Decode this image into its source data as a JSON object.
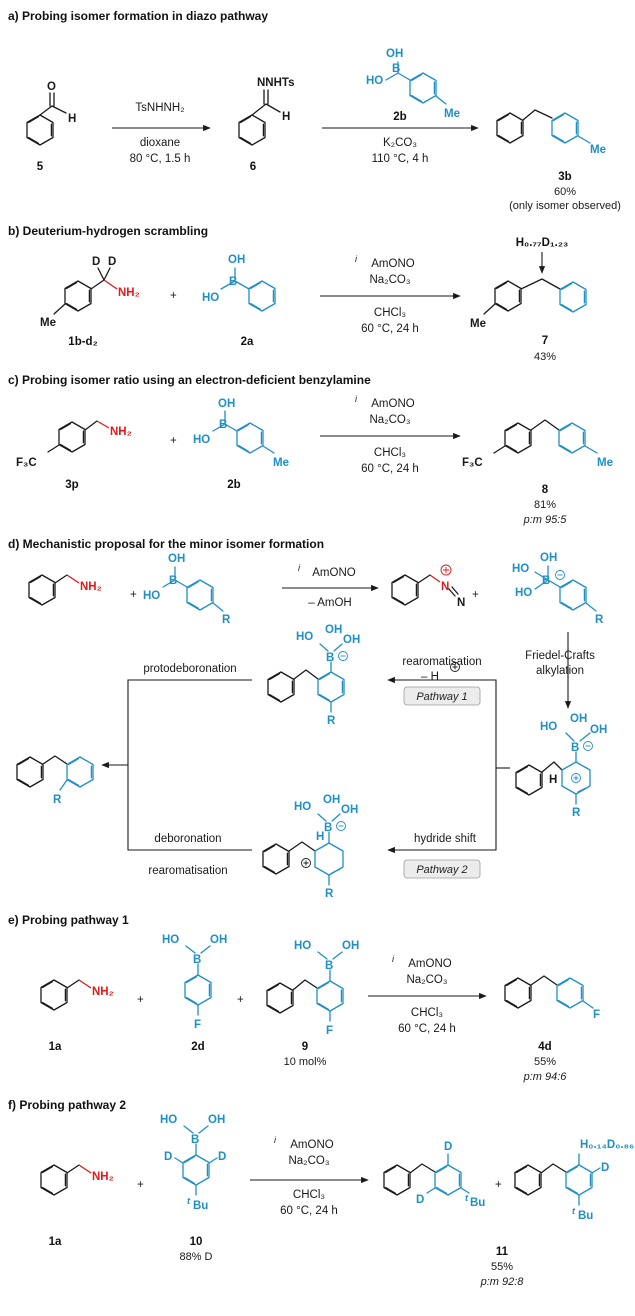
{
  "colors": {
    "boron_reagent": "#1f8fc6",
    "amine": "#e01a1a",
    "text": "#1a1a1a"
  },
  "panels": {
    "a": {
      "title": "a) Probing isomer formation in diazo pathway",
      "step1_reagent": "TsNHNH₂",
      "step1_solvent": "dioxane",
      "step1_conditions": "80 °C, 1.5 h",
      "step2_reagent": "2b",
      "step2_base": "K₂CO₃",
      "step2_conditions": "110 °C, 4 h",
      "cpd_5": "5",
      "cpd_6": "6",
      "cpd_3b": "3b",
      "yield_3b": "60%",
      "note_3b": "(only isomer observed)",
      "atom_o": "O",
      "atom_h": "H",
      "group_nnhts": "NNHTs"
    },
    "b": {
      "title": "b) Deuterium-hydrogen scrambling",
      "reagent": "AmONO",
      "base": "Na₂CO₃",
      "solvent": "CHCl₃",
      "conditions": "60 °C, 24 h",
      "cpd_1b": "1b-d₂",
      "cpd_2a": "2a",
      "cpd_7": "7",
      "yield_7": "43%",
      "label_hd": "H₀.₇₇D₁.₂₃"
    },
    "c": {
      "title": "c) Probing isomer ratio using an electron-deficient benzylamine",
      "reagent": "AmONO",
      "base": "Na₂CO₃",
      "solvent": "CHCl₃",
      "conditions": "60 °C, 24 h",
      "cpd_3p": "3p",
      "cpd_2b": "2b",
      "cpd_8": "8",
      "yield_8": "81%",
      "ratio_8": "p:m 95:5"
    },
    "d": {
      "title": "d) Mechanistic proposal for the minor isomer formation",
      "reagent": "AmONO",
      "byproduct": "– AmOH",
      "fc_line1": "Friedel-Crafts",
      "fc_line2": "alkylation",
      "rearom": "rearomatisation",
      "minus_h": "– H",
      "pathway1": "Pathway 1",
      "pathway2": "Pathway 2",
      "hydride_shift": "hydride shift",
      "protodeboronation": "protodeboronation",
      "deboronation": "deboronation",
      "rearomatisation": "rearomatisation"
    },
    "e": {
      "title": "e) Probing pathway 1",
      "reagent": "AmONO",
      "base": "Na₂CO₃",
      "solvent": "CHCl₃",
      "conditions": "60 °C, 24 h",
      "cpd_1a": "1a",
      "cpd_2d": "2d",
      "cpd_9": "9",
      "loading_9": "10 mol%",
      "cpd_4d": "4d",
      "yield_4d": "55%",
      "ratio_4d": "p:m 94:6"
    },
    "f": {
      "title": "f) Probing pathway 2",
      "reagent": "AmONO",
      "base": "Na₂CO₃",
      "solvent": "CHCl₃",
      "conditions": "60 °C, 24 h",
      "cpd_1a": "1a",
      "cpd_10": "10",
      "label_10": "88% D",
      "cpd_11": "11",
      "yield_11": "55%",
      "ratio_11": "p:m 92:8",
      "label_hd": "H₀.₁₄D₀.₈₆"
    }
  },
  "atoms": {
    "oh": "OH",
    "ho": "HO",
    "b": "B",
    "me": "Me",
    "nh2": "NH₂",
    "f": "F",
    "tbu": "Bu",
    "t": "t",
    "d": "D",
    "h": "H",
    "r": "R",
    "f3c": "F₃C",
    "n": "N",
    "iso": "i",
    "plus": "+"
  }
}
